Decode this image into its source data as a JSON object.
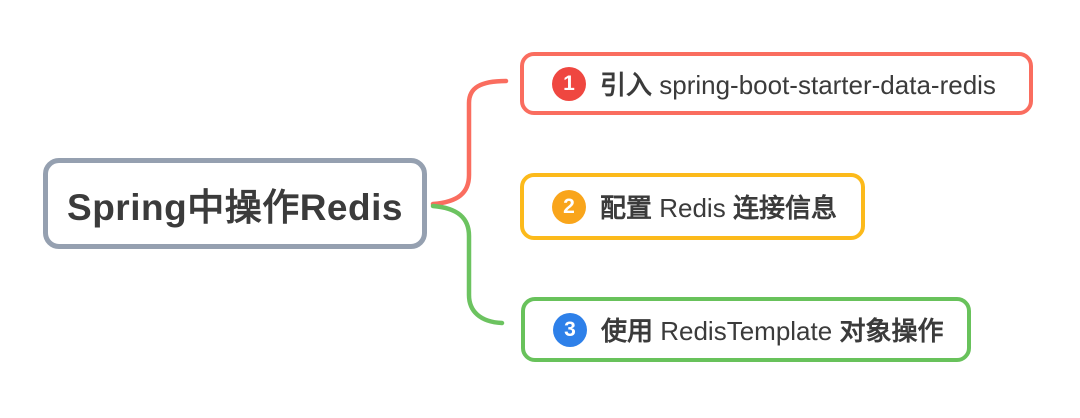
{
  "root": {
    "label": "Spring中操作Redis"
  },
  "branches": [
    {
      "badge": "1",
      "label": "引入 spring-boot-starter-data-redis",
      "segments": [
        {
          "text": "引入 ",
          "bold": true
        },
        {
          "text": "spring-boot-starter-data-redis",
          "bold": false
        }
      ]
    },
    {
      "badge": "2",
      "label": "配置 Redis 连接信息",
      "segments": [
        {
          "text": "配置 ",
          "bold": true
        },
        {
          "text": "Redis",
          "bold": false
        },
        {
          "text": " 连接信息",
          "bold": true
        }
      ]
    },
    {
      "badge": "3",
      "label": "使用 RedisTemplate 对象操作",
      "segments": [
        {
          "text": "使用 ",
          "bold": true
        },
        {
          "text": "RedisTemplate",
          "bold": false
        },
        {
          "text": " 对象操作",
          "bold": true
        }
      ]
    }
  ],
  "colors": {
    "background": "#ffffff",
    "text": "#3b3b3b",
    "root_border": "#95a0b0",
    "branch1_border": "#fa6d5f",
    "branch1_badge": "#ef4740",
    "branch2_border": "#fcba1b",
    "branch2_badge": "#f9a51b",
    "branch3_border": "#68c25b",
    "branch3_badge": "#2e80e9",
    "connector_top": "#fa6d5f",
    "connector_bottom": "#6cc360"
  }
}
